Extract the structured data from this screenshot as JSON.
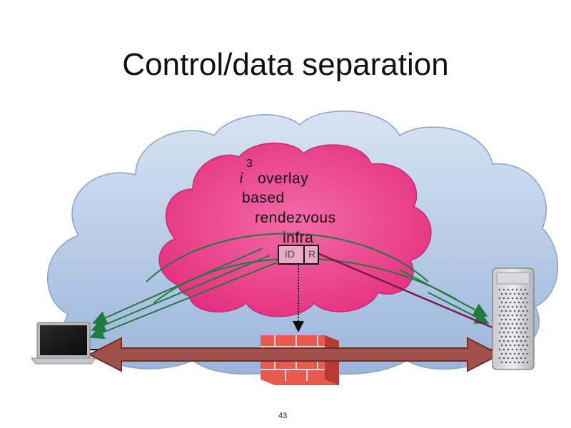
{
  "slide": {
    "title": "Control/data separation",
    "page_number": "43"
  },
  "overlay": {
    "i_char": "i",
    "superscript": "3",
    "word1": "overlay",
    "word2": "based",
    "word3": "rendezvous",
    "word4": "infra"
  },
  "id_box": {
    "left_label": "ID",
    "right_label": "R"
  },
  "colors": {
    "outer_cloud": "#b3c7e6",
    "inner_cloud": "#ec4a93",
    "green_arrows": "#1f7a3e",
    "maroon_line": "#7a1a4a",
    "data_arrow_fill": "#a0524a",
    "data_arrow_stroke": "#6e2e2a",
    "firewall_brick": "#d9463f"
  },
  "icons": {
    "client": "laptop-icon",
    "server": "server-tower-icon",
    "middlebox": "firewall-icon"
  }
}
